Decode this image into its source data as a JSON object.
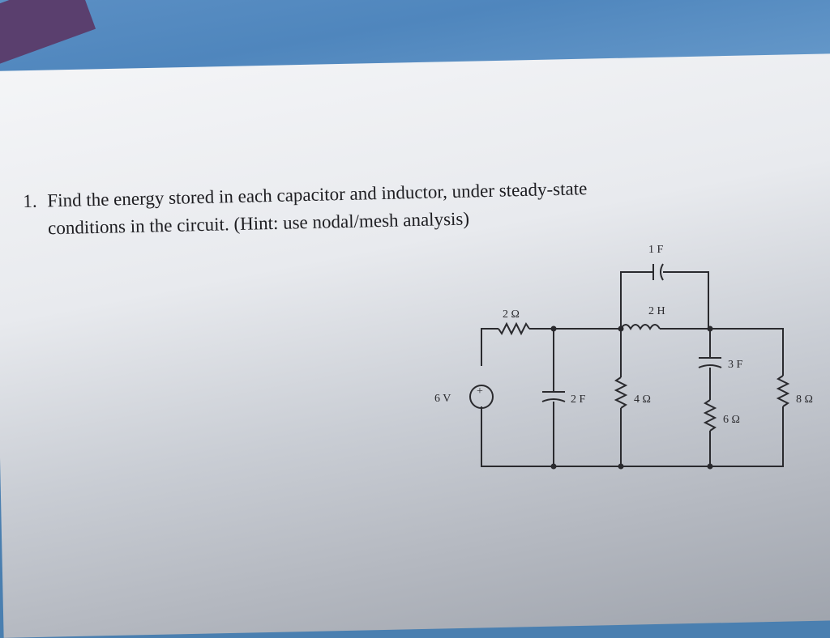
{
  "question": {
    "number": "1.",
    "line1": "Find the energy stored in each capacitor and inductor, under steady-state",
    "line2": "conditions in the circuit. (Hint: use nodal/mesh analysis)"
  },
  "circuit": {
    "labels": {
      "c1": "1 F",
      "r2": "2 Ω",
      "l2": "2 H",
      "c3": "3 F",
      "v6": "6 V",
      "c2": "2 F",
      "r4": "4 Ω",
      "r8": "8 Ω",
      "r6": "6 Ω"
    },
    "source_sign": "+"
  }
}
